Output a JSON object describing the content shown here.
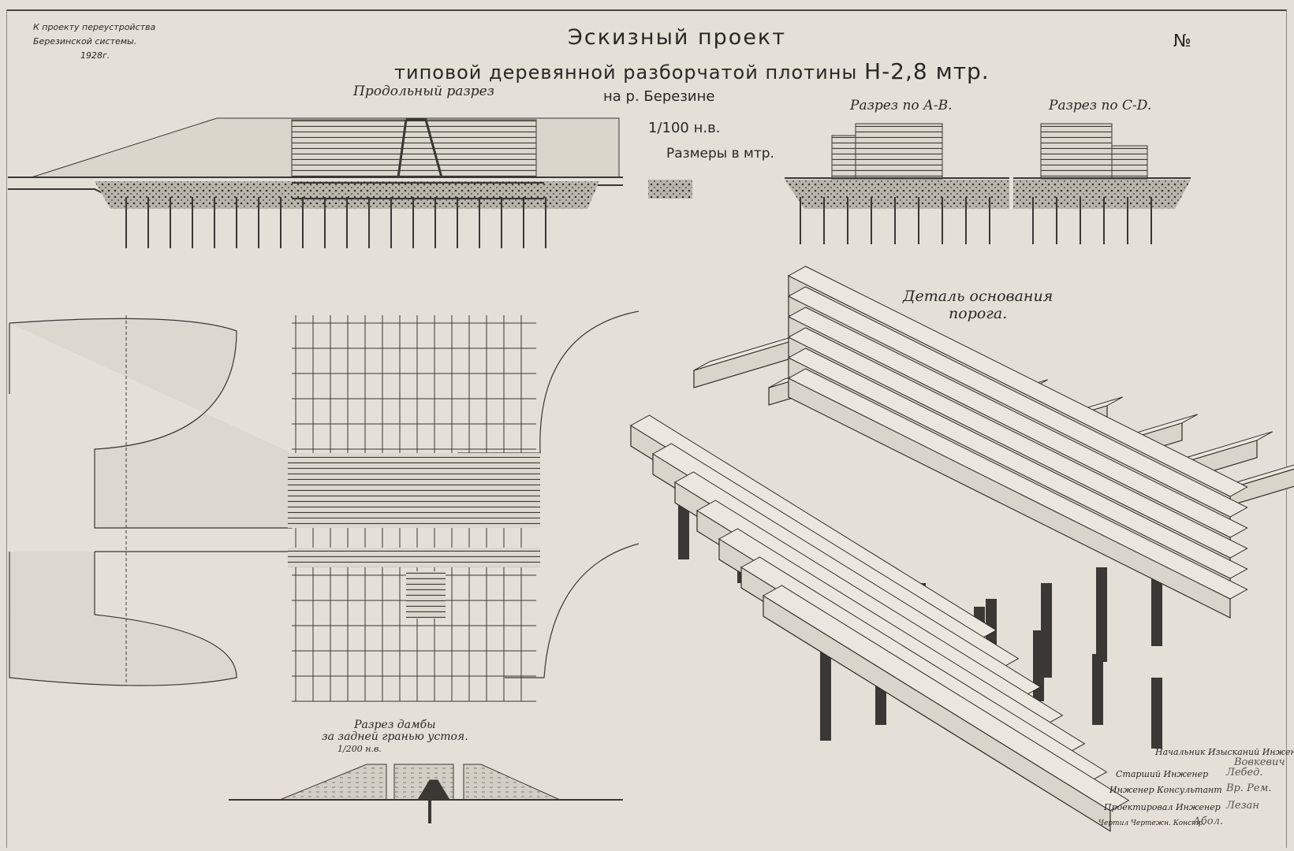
{
  "corner_note": [
    "К проекту переустройства",
    "Березинской системы.",
    "1928г."
  ],
  "title": "Эскизный проект",
  "subtitle": "типовой деревянной разборчатой плотины",
  "height_label": "H-2,8 мтр.",
  "number_label": "№",
  "river": "на р. Березине",
  "scale": "1/100 н.в.",
  "units": "Размеры в мтр.",
  "views": {
    "longitudinal": "Продольный разрез",
    "section_ab": "Разрез по А-В.",
    "section_cd": "Разрез по С-D.",
    "detail_title": [
      "Деталь основания",
      "порога."
    ],
    "dam_section": [
      "Разрез дамбы",
      "за задней гранью устоя."
    ],
    "dam_scale": "1/200 н.в."
  },
  "signatures": [
    {
      "role": "Начальник Изысканий Инженер",
      "sign": "Вовкевич"
    },
    {
      "role": "Старший Инженер",
      "sign": "Лебед."
    },
    {
      "role": "Инженер Консультант",
      "sign": "Вр. Рем."
    },
    {
      "role": "Проектировал Инженер",
      "sign": "Лезан"
    },
    {
      "role": "Чертил Чертежн. Констр.",
      "sign": "Абол."
    }
  ],
  "colors": {
    "paper": "#e4e0d7",
    "ink": "#2a2826"
  }
}
